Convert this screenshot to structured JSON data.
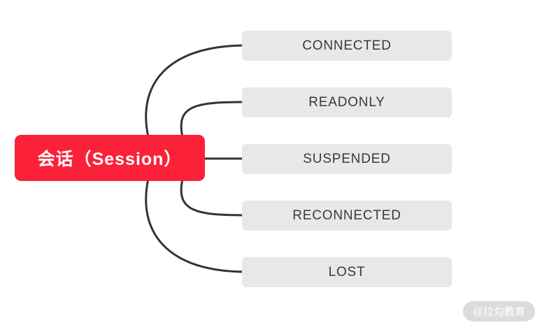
{
  "diagram": {
    "root": {
      "label": "会话（Session）",
      "bg_color": "#fb2138",
      "text_color": "#ffffff"
    },
    "children": [
      {
        "label": "CONNECTED"
      },
      {
        "label": "READONLY"
      },
      {
        "label": "SUSPENDED"
      },
      {
        "label": "RECONNECTED"
      },
      {
        "label": "LOST"
      }
    ],
    "child_bg_color": "#e8e8e8",
    "child_text_color": "#3a3a3a",
    "connector_color": "#333333"
  },
  "watermark": {
    "text": "@拉勾教育",
    "bg_color": "#dcdcdc",
    "text_color": "#ffffff"
  }
}
